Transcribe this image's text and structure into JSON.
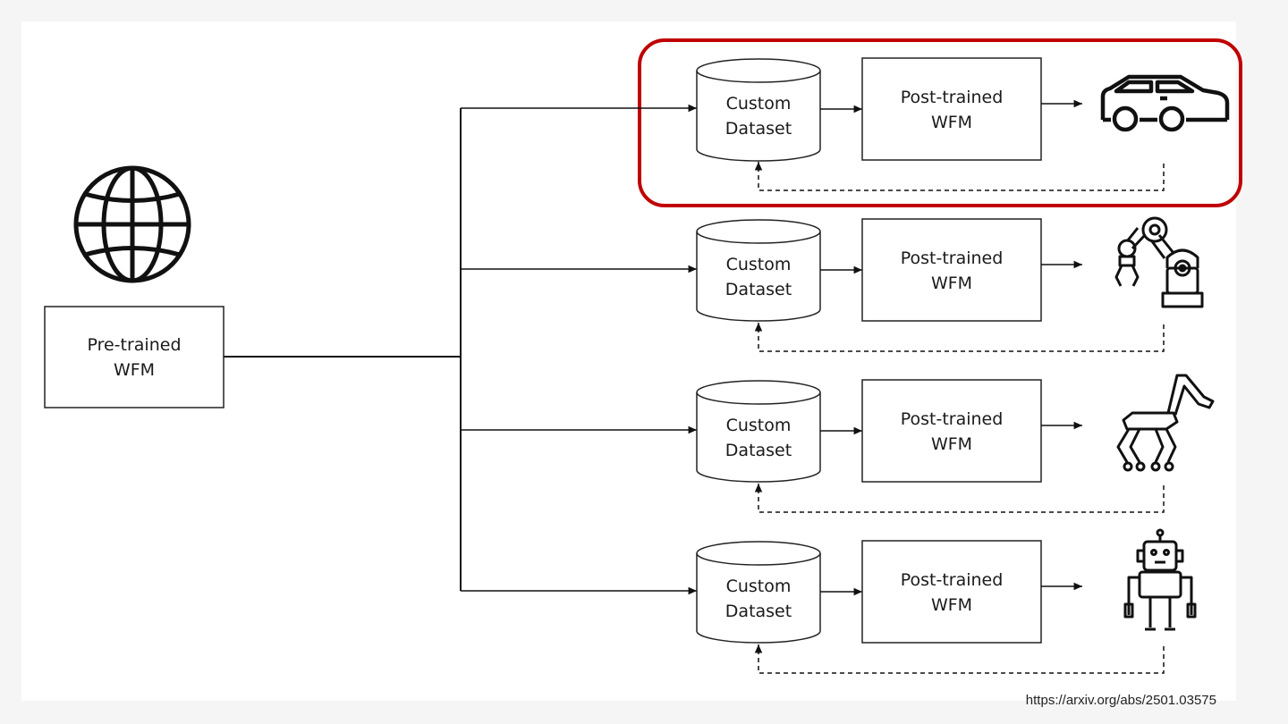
{
  "pretrained": {
    "line1": "Pre-trained",
    "line2": "WFM"
  },
  "dataset": {
    "line1": "Custom",
    "line2": "Dataset"
  },
  "posttrained": {
    "line1": "Post-trained",
    "line2": "WFM"
  },
  "rows": [
    {
      "icon": "car-icon",
      "highlighted": true
    },
    {
      "icon": "robot-arm-icon",
      "highlighted": false
    },
    {
      "icon": "quadruped-robot-icon",
      "highlighted": false
    },
    {
      "icon": "humanoid-robot-icon",
      "highlighted": false
    }
  ],
  "colors": {
    "highlight": "#c00000",
    "line": "#111111",
    "panel": "#ffffff"
  },
  "source": "https://arxiv.org/abs/2501.03575"
}
